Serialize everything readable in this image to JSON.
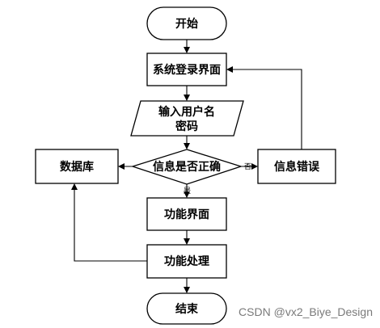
{
  "nodes": {
    "start": "开始",
    "login": "系统登录界面",
    "input_line1": "输入用户名",
    "input_line2": "密码",
    "decision": "信息是否正确",
    "database": "数据库",
    "error": "信息错误",
    "function_ui": "功能界面",
    "function_proc": "功能处理",
    "end": "结束"
  },
  "edges": {
    "yes": "是",
    "no": "否"
  },
  "watermark": "CSDN @vx2_Biye_Design"
}
